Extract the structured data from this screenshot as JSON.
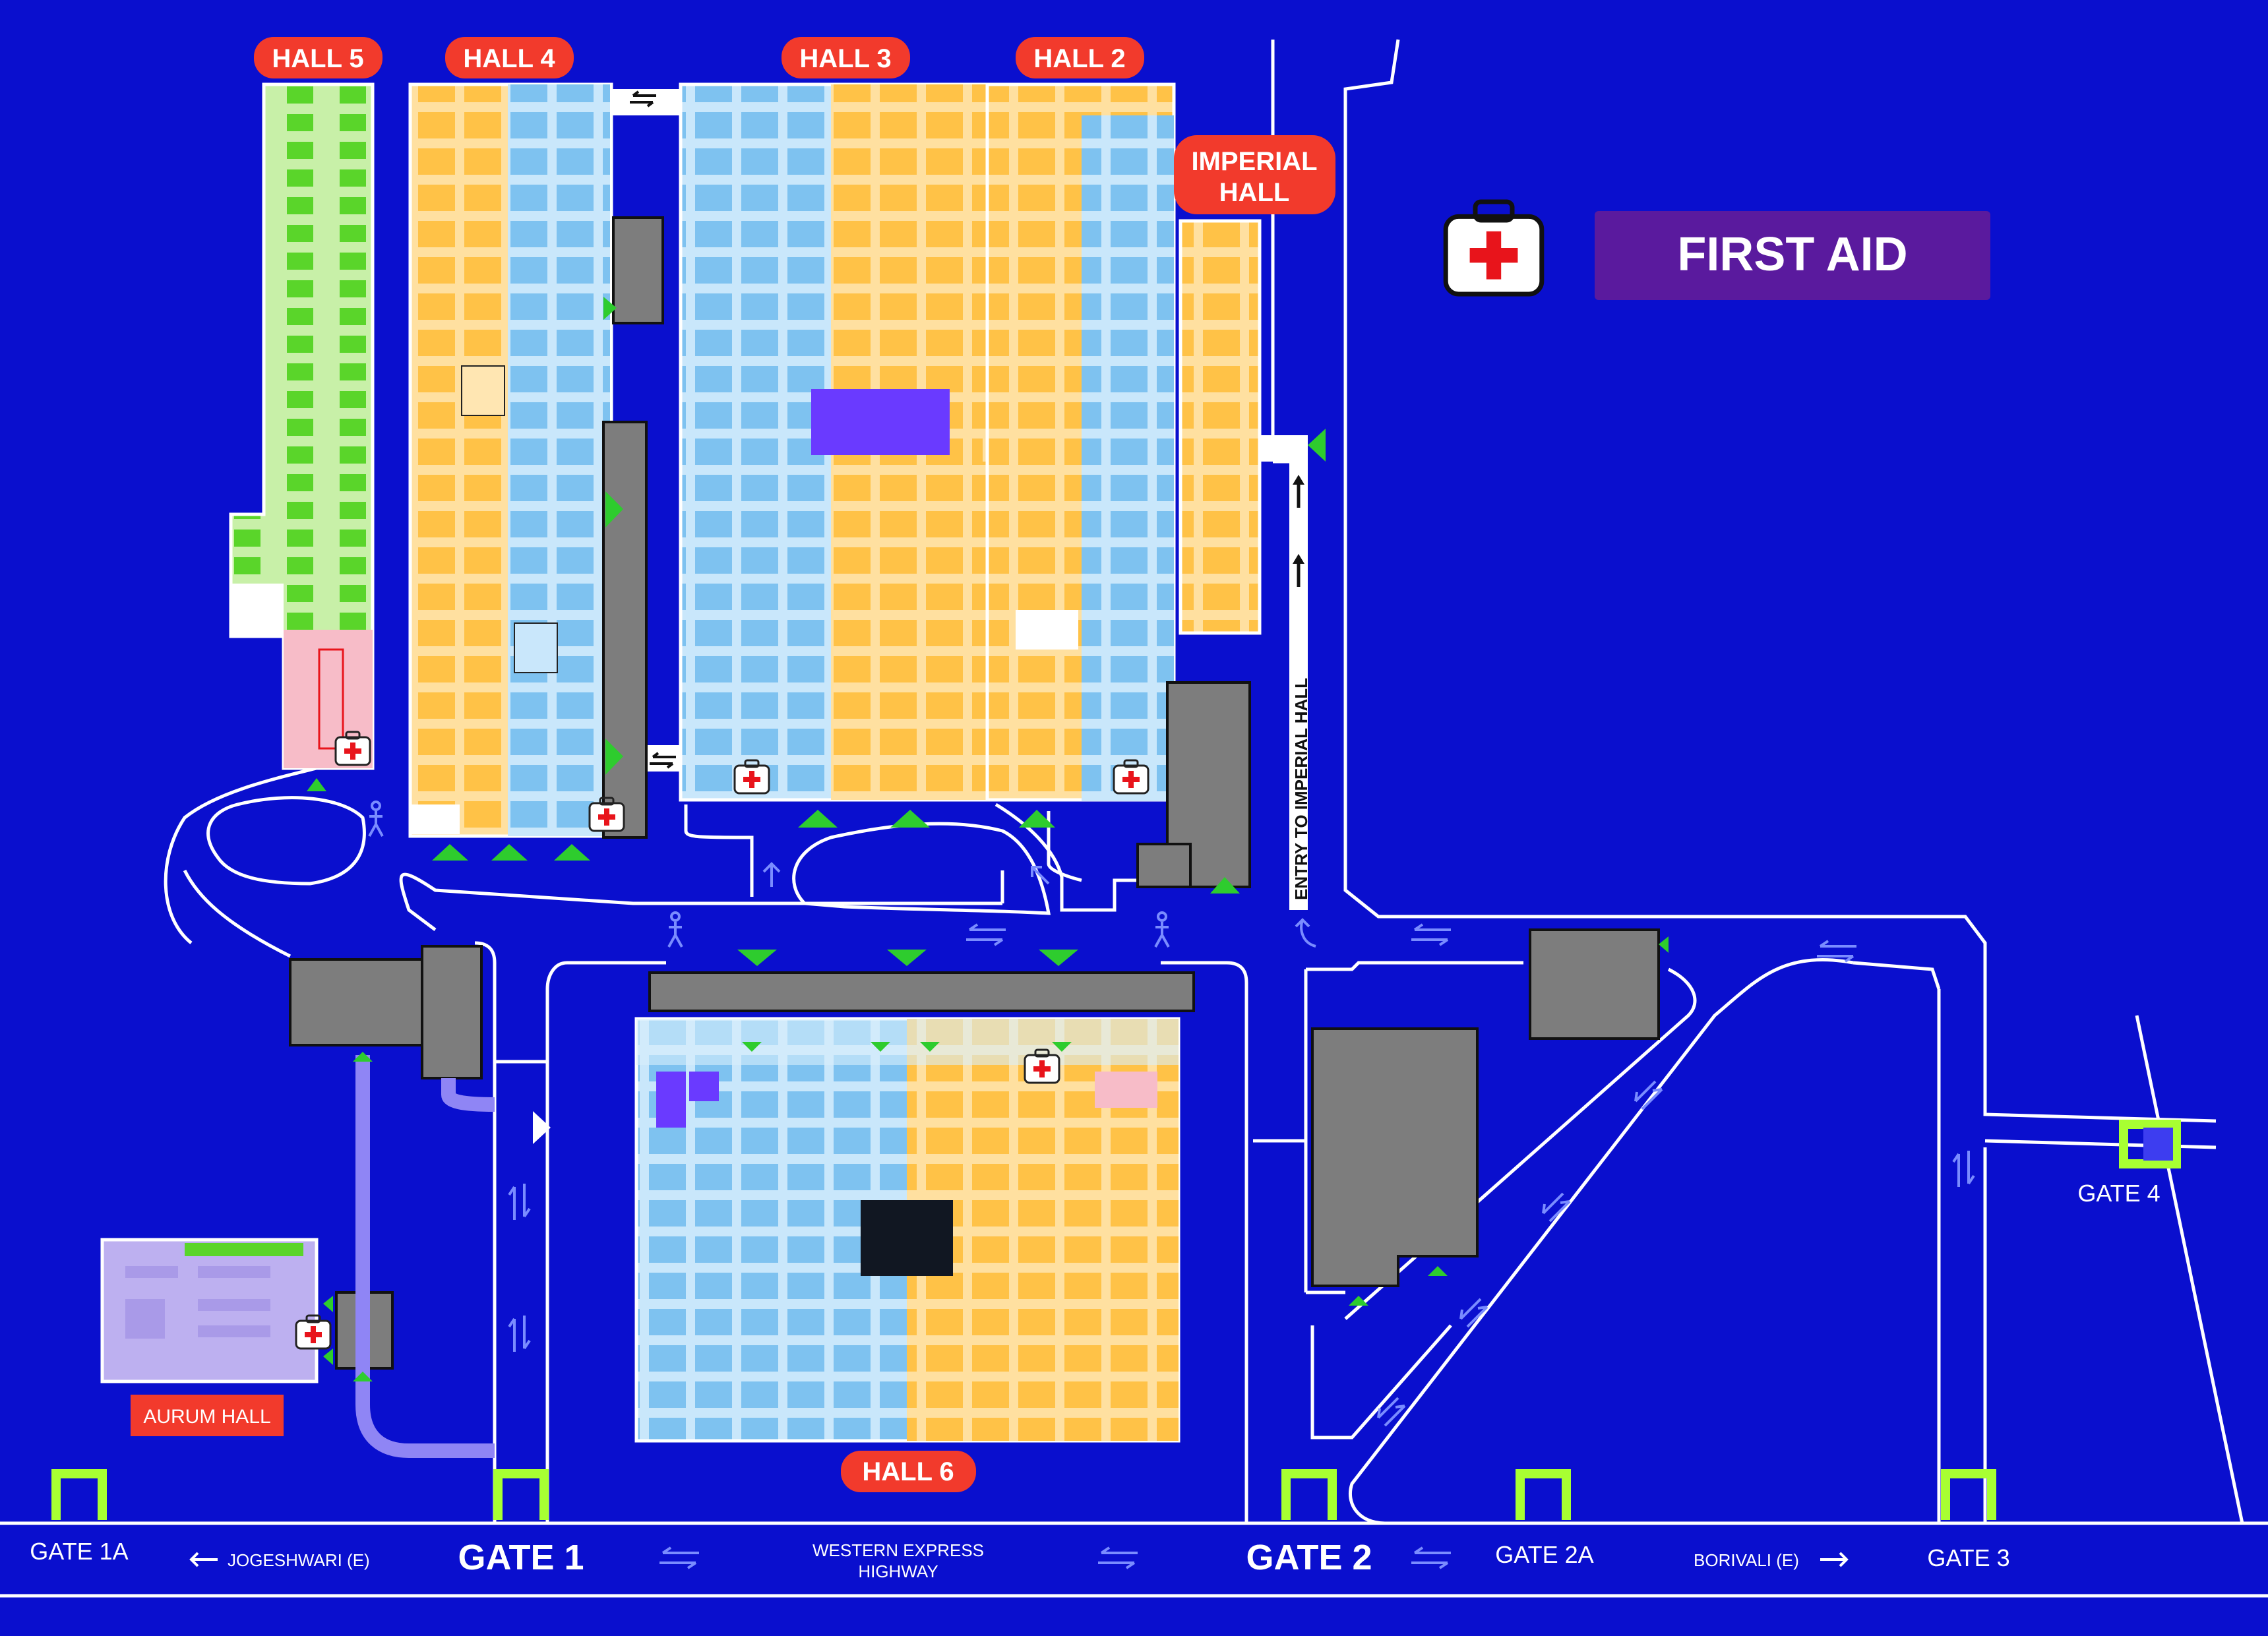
{
  "colors": {
    "background": "#0a0fce",
    "hall_label_bg": "#f23a2c",
    "first_aid_bg": "#5a1a9e",
    "gate_color": "#a8ff32",
    "road_color": "#ffffff",
    "yellow_stall": "#ffc247",
    "blue_stall": "#a6d6f5",
    "green_stall": "#7ee34f",
    "building_gray": "#7d7d7d"
  },
  "legend": {
    "first_aid_label": "FIRST AID"
  },
  "halls": {
    "hall5": "HALL 5",
    "hall4": "HALL 4",
    "hall3": "HALL 3",
    "hall2": "HALL 2",
    "imperial_line1": "IMPERIAL",
    "imperial_line2": "HALL",
    "hall6": "HALL 6",
    "aurum": "AURUM HALL"
  },
  "gates": {
    "gate1a": "GATE 1A",
    "gate1": "GATE 1",
    "gate2": "GATE 2",
    "gate2a": "GATE 2A",
    "gate3": "GATE 3",
    "gate4": "GATE 4"
  },
  "roads": {
    "jogeshwari": "JOGESHWARI (E)",
    "highway_line1": "WESTERN EXPRESS",
    "highway_line2": "HIGHWAY",
    "borivali": "BORIVALI (E)",
    "entry_imperial": "ENTRY TO IMPERIAL HALL"
  },
  "icons": [
    "first-aid-kit-icon",
    "entry-triangle-icon",
    "pedestrian-icon",
    "two-way-arrow-icon",
    "gate-icon"
  ]
}
